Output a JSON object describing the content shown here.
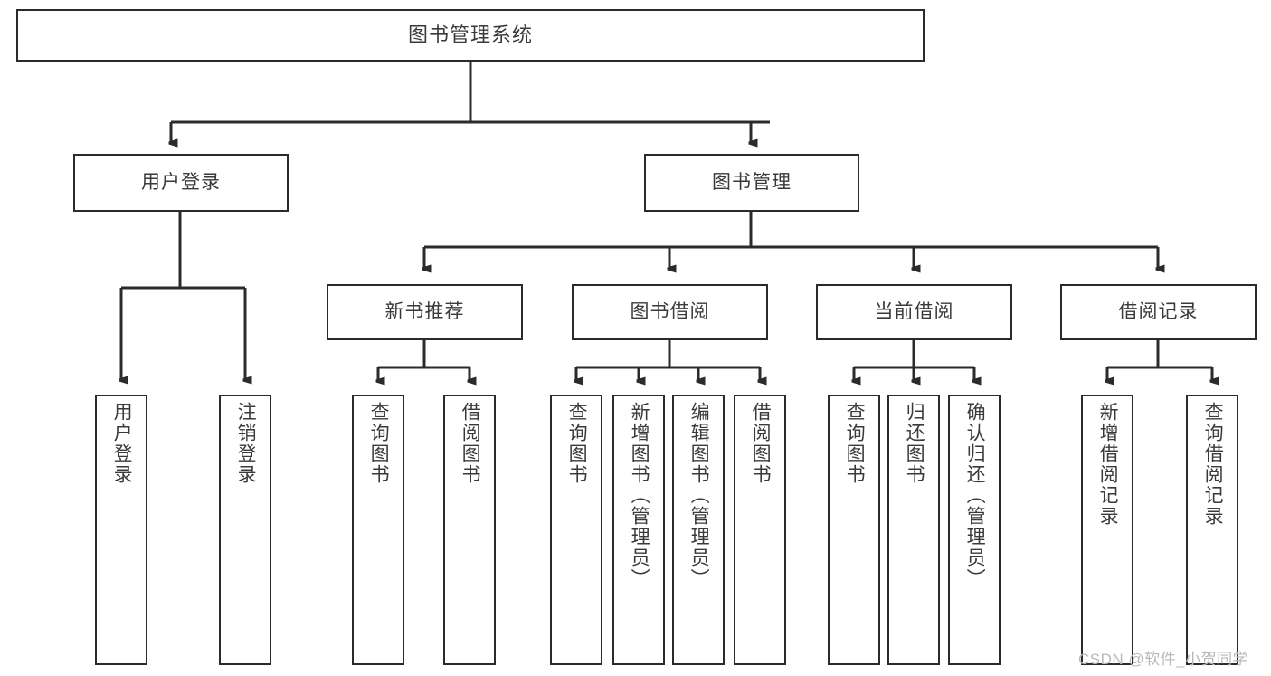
{
  "diagram": {
    "title": "图书管理系统",
    "type": "tree-hierarchy-chart",
    "colors": {
      "box_border": "#2b2b2b",
      "box_fill": "#ffffff",
      "text": "#3a3a3a",
      "edge": "#2b2b2b",
      "watermark": "#b9b9b9",
      "background": "#ffffff"
    },
    "root": {
      "label": "图书管理系统"
    },
    "level2": [
      {
        "label": "用户登录"
      },
      {
        "label": "图书管理"
      }
    ],
    "level3": [
      {
        "label": "新书推荐"
      },
      {
        "label": "图书借阅"
      },
      {
        "label": "当前借阅"
      },
      {
        "label": "借阅记录"
      }
    ],
    "leaves": {
      "user_login": [
        {
          "label": "用户登录"
        },
        {
          "label": "注销登录"
        }
      ],
      "new_book_recommend": [
        {
          "label": "查询图书"
        },
        {
          "label": "借阅图书"
        }
      ],
      "book_borrow": [
        {
          "label": "查询图书"
        },
        {
          "label": "新增图书（管理员）"
        },
        {
          "label": "编辑图书（管理员）"
        },
        {
          "label": "借阅图书"
        }
      ],
      "current_borrow": [
        {
          "label": "查询图书"
        },
        {
          "label": "归还图书"
        },
        {
          "label": "确认归还（管理员）"
        }
      ],
      "borrow_record": [
        {
          "label": "新增借阅记录"
        },
        {
          "label": "查询借阅记录"
        }
      ]
    }
  },
  "watermark": {
    "text": "CSDN @软件_小贺同学"
  }
}
